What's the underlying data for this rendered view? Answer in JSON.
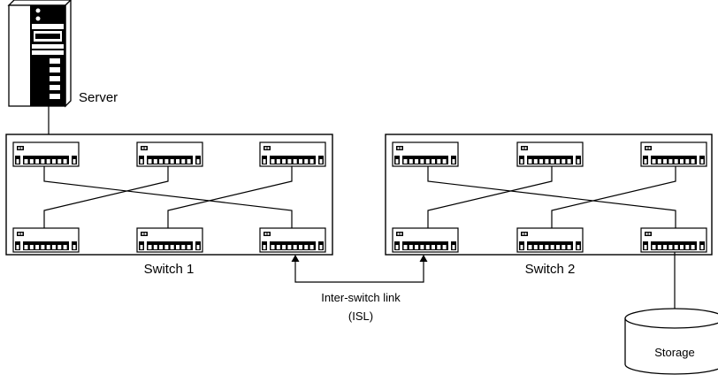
{
  "labels": {
    "server": "Server",
    "switch1": "Switch 1",
    "switch2": "Switch 2",
    "isl_line1": "Inter-switch link",
    "isl_line2": "(ISL)",
    "storage": "Storage"
  },
  "icons": {
    "server": "server-tower-icon",
    "storage": "storage-cylinder-icon",
    "module": "switch-module-icon"
  },
  "colors": {
    "line": "#000000",
    "background": "#ffffff"
  }
}
